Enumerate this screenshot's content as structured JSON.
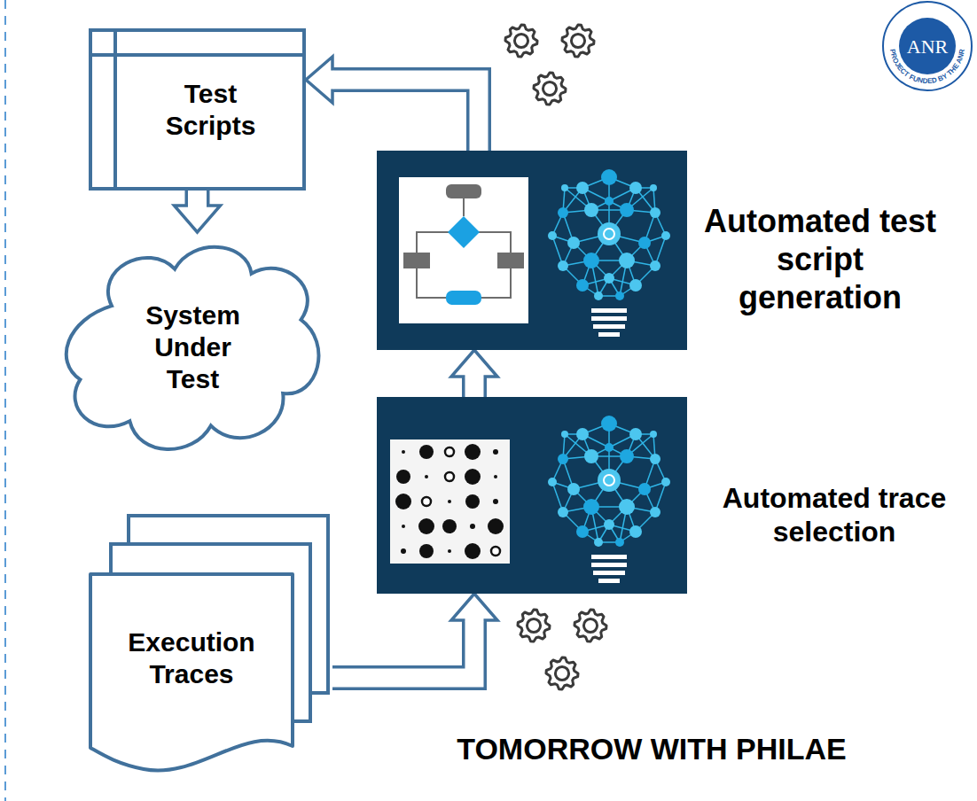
{
  "diagram": {
    "nodes": [
      {
        "text": [
          "Test Scripts"
        ]
      },
      {
        "text": [
          "System Under Test"
        ]
      },
      {
        "text": [
          "Execution Traces"
        ]
      },
      {
        "text": [
          "Automated trace selection"
        ]
      },
      {
        "text": [
          "Automated test script generation"
        ]
      }
    ],
    "edges": [
      {
        "from": 0,
        "to": 1,
        "arrow": "to"
      },
      {
        "from": 2,
        "to": 3,
        "arrow": "to"
      },
      {
        "from": 3,
        "to": 4,
        "arrow": "to"
      },
      {
        "from": 4,
        "to": 0,
        "arrow": "to"
      }
    ],
    "labels": [
      "ANR",
      "PROJECT FUNDED BY THE ANR",
      "TOMORROW WITH PHILAE"
    ]
  }
}
